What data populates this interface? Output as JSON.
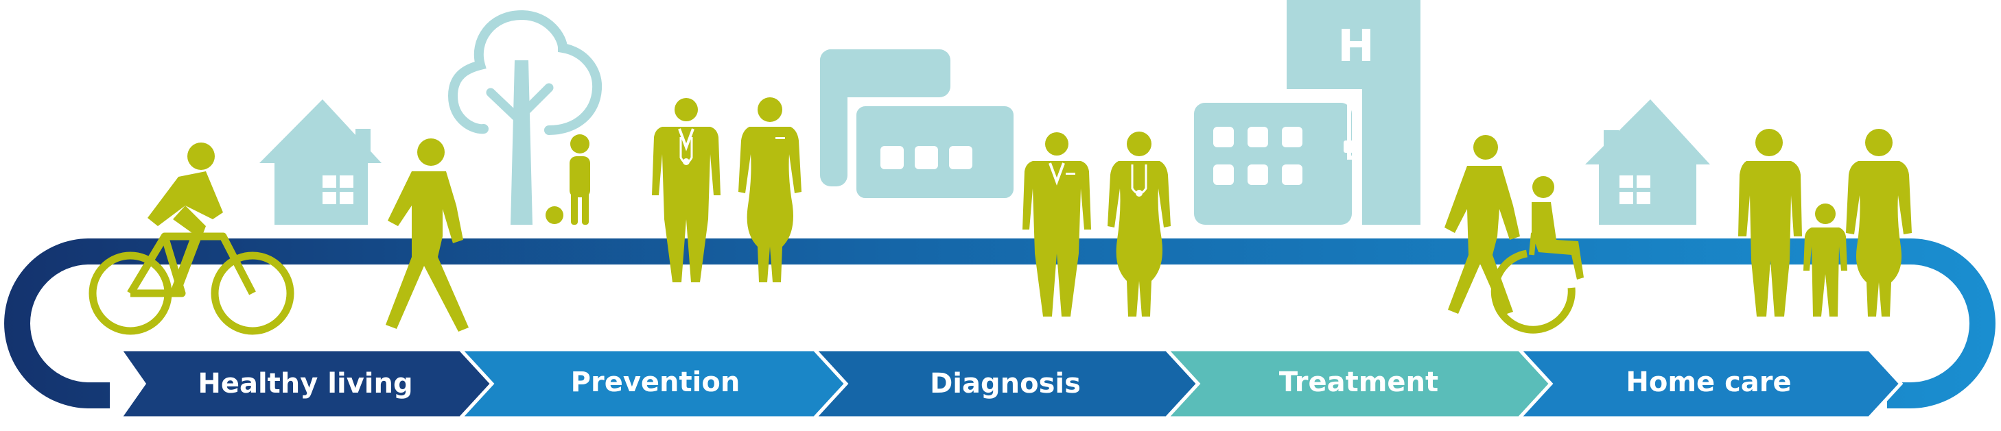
{
  "steps": [
    {
      "label": "Healthy living",
      "color": "#173f7d"
    },
    {
      "label": "Prevention",
      "color": "#1a86c7"
    },
    {
      "label": "Diagnosis",
      "color": "#1566a8"
    },
    {
      "label": "Treatment",
      "color": "#5abdb9"
    },
    {
      "label": "Home care",
      "color": "#1a80c4"
    }
  ],
  "hospital_sign": "H",
  "colors": {
    "figure": "#b5bd10",
    "building": "#acd9dc",
    "track_dark": "#14336e",
    "track_light": "#1a8ed0"
  }
}
